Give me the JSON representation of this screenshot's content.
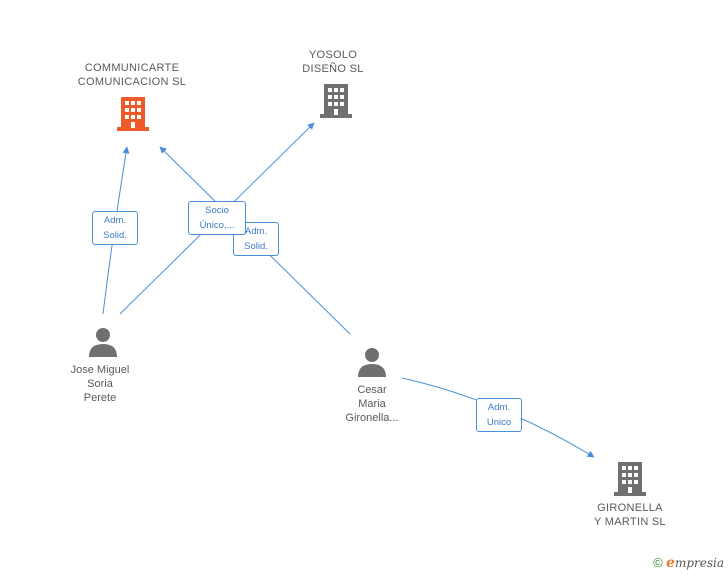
{
  "colors": {
    "edge": "#4a8fd9",
    "company_highlight": "#f05a28",
    "company": "#707070",
    "person": "#707070",
    "text": "#5a5a5a"
  },
  "nodes": {
    "communicarte": {
      "type": "company",
      "icon": "building-icon",
      "highlight": true,
      "lines": [
        "COMMUNICARTE",
        "COMUNICACION SL"
      ]
    },
    "yosolo": {
      "type": "company",
      "icon": "building-icon",
      "highlight": false,
      "lines": [
        "YOSOLO",
        "DISEÑO SL"
      ]
    },
    "gironella_martin": {
      "type": "company",
      "icon": "building-icon",
      "highlight": false,
      "lines": [
        "GIRONELLA",
        "Y MARTIN SL"
      ]
    },
    "jose_miguel": {
      "type": "person",
      "icon": "person-icon",
      "lines": [
        "Jose Miguel",
        "Soria",
        "Perete"
      ]
    },
    "cesar": {
      "type": "person",
      "icon": "person-icon",
      "lines": [
        "Cesar",
        "Maria",
        "Gironella..."
      ]
    }
  },
  "edges": [
    {
      "from": "jose_miguel",
      "to": "communicarte",
      "label": [
        "Adm.",
        "Solid."
      ]
    },
    {
      "from": "jose_miguel",
      "to": "yosolo",
      "label": [
        "Socio",
        "Único,..."
      ]
    },
    {
      "from": "cesar",
      "to": "communicarte",
      "label": [
        "Adm.",
        "Solid."
      ]
    },
    {
      "from": "cesar",
      "to": "gironella_martin",
      "label": [
        "Adm.",
        "Unico"
      ]
    }
  ],
  "footer": {
    "copyright": "©",
    "brand_initial": "e",
    "brand_rest": "mpresia"
  }
}
